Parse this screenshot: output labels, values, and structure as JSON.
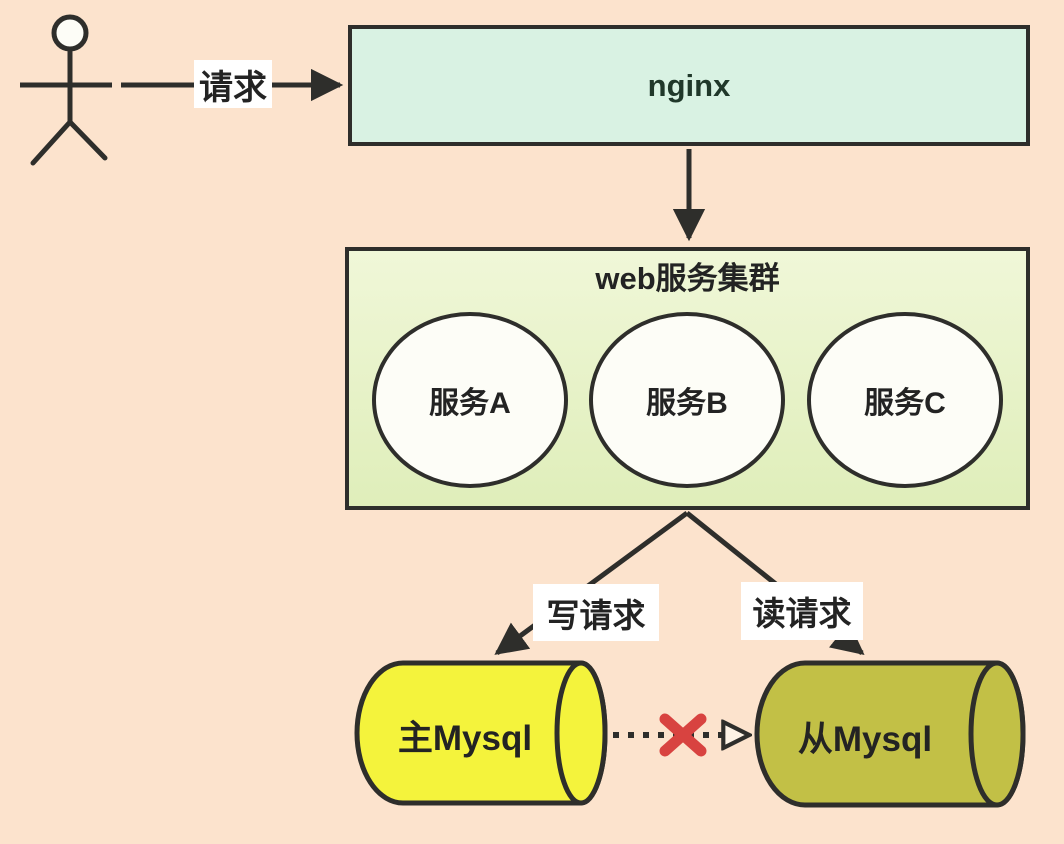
{
  "colors": {
    "background": "#fce3cd",
    "stroke_dark": "#2e2e2b",
    "nginx_fill": "#d9f2e3",
    "cluster_fill_top": "#f0f7d8",
    "cluster_fill_bottom": "#dfeeba",
    "circle_fill": "#fdfdf7",
    "master_fill": "#f4f33c",
    "slave_fill": "#c2c046",
    "edge_label_bg": "#ffffff",
    "error_red": "#d84340"
  },
  "nodes": {
    "nginx": {
      "label": "nginx"
    },
    "cluster": {
      "title": "web服务集群",
      "services": [
        {
          "label": "服务A"
        },
        {
          "label": "服务B"
        },
        {
          "label": "服务C"
        }
      ]
    },
    "master_db": {
      "label": "主Mysql"
    },
    "slave_db": {
      "label": "从Mysql"
    }
  },
  "edges": {
    "user_to_nginx": {
      "label": "请求"
    },
    "cluster_to_master": {
      "label": "写请求"
    },
    "cluster_to_slave": {
      "label": "读请求"
    },
    "master_to_slave": {
      "status": "broken"
    }
  }
}
